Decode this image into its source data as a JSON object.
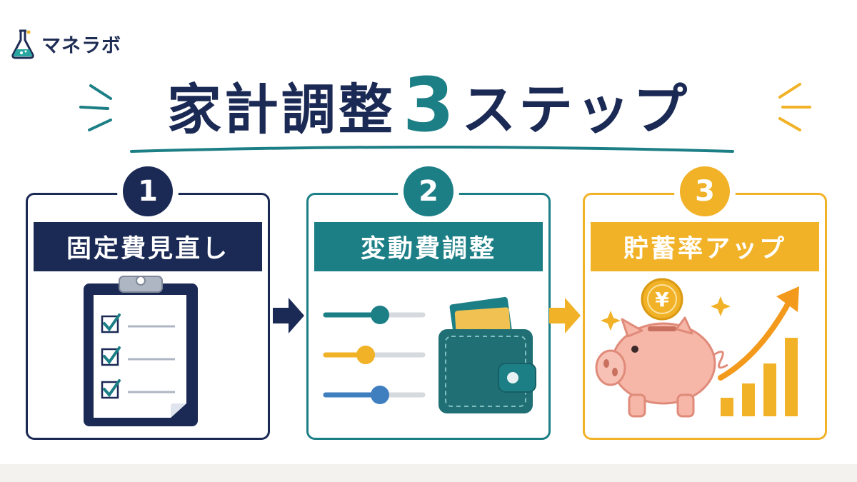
{
  "brand": {
    "name": "マネラボ",
    "icon": "flask-icon"
  },
  "headline": {
    "part1": "家計調整",
    "number": "3",
    "part2": "ステップ"
  },
  "colors": {
    "navy": "#1b2a55",
    "teal": "#1c7f86",
    "gold": "#f1b228"
  },
  "steps": [
    {
      "number": "1",
      "title": "固定費見直し",
      "icon": "clipboard-checklist-icon"
    },
    {
      "number": "2",
      "title": "変動費調整",
      "icon": "wallet-sliders-icon"
    },
    {
      "number": "3",
      "title": "貯蓄率アップ",
      "icon": "piggy-bank-growth-icon"
    }
  ],
  "coin": {
    "symbol": "¥"
  }
}
